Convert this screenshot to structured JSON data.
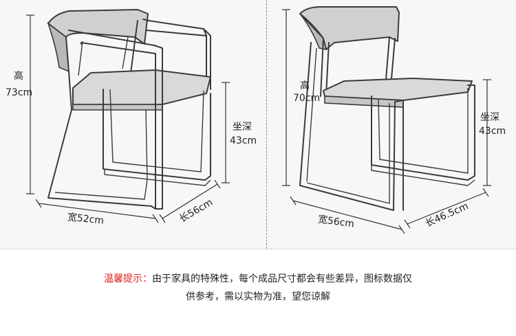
{
  "left_chair": {
    "height_label": "高",
    "height_value": "73cm",
    "seat_depth_label": "坐深",
    "seat_depth_value": "43cm",
    "width_label": "宽52cm",
    "length_label": "长56cm"
  },
  "right_chair": {
    "height_label": "高",
    "height_value": "70cm",
    "seat_depth_label": "坐深",
    "seat_depth_value": "43cm",
    "width_label": "宽56cm",
    "length_label": "长46.5cm"
  },
  "notice": {
    "title": "温馨提示",
    "separator": "：",
    "line1_text": "由于家具的特殊性，每个成品尺寸都会有些差异，图标数据仅",
    "line2_text": "供参考，需以实物为准，望您谅解"
  },
  "colors": {
    "accent": "#e0201b",
    "panel": "#f7f7f7"
  }
}
